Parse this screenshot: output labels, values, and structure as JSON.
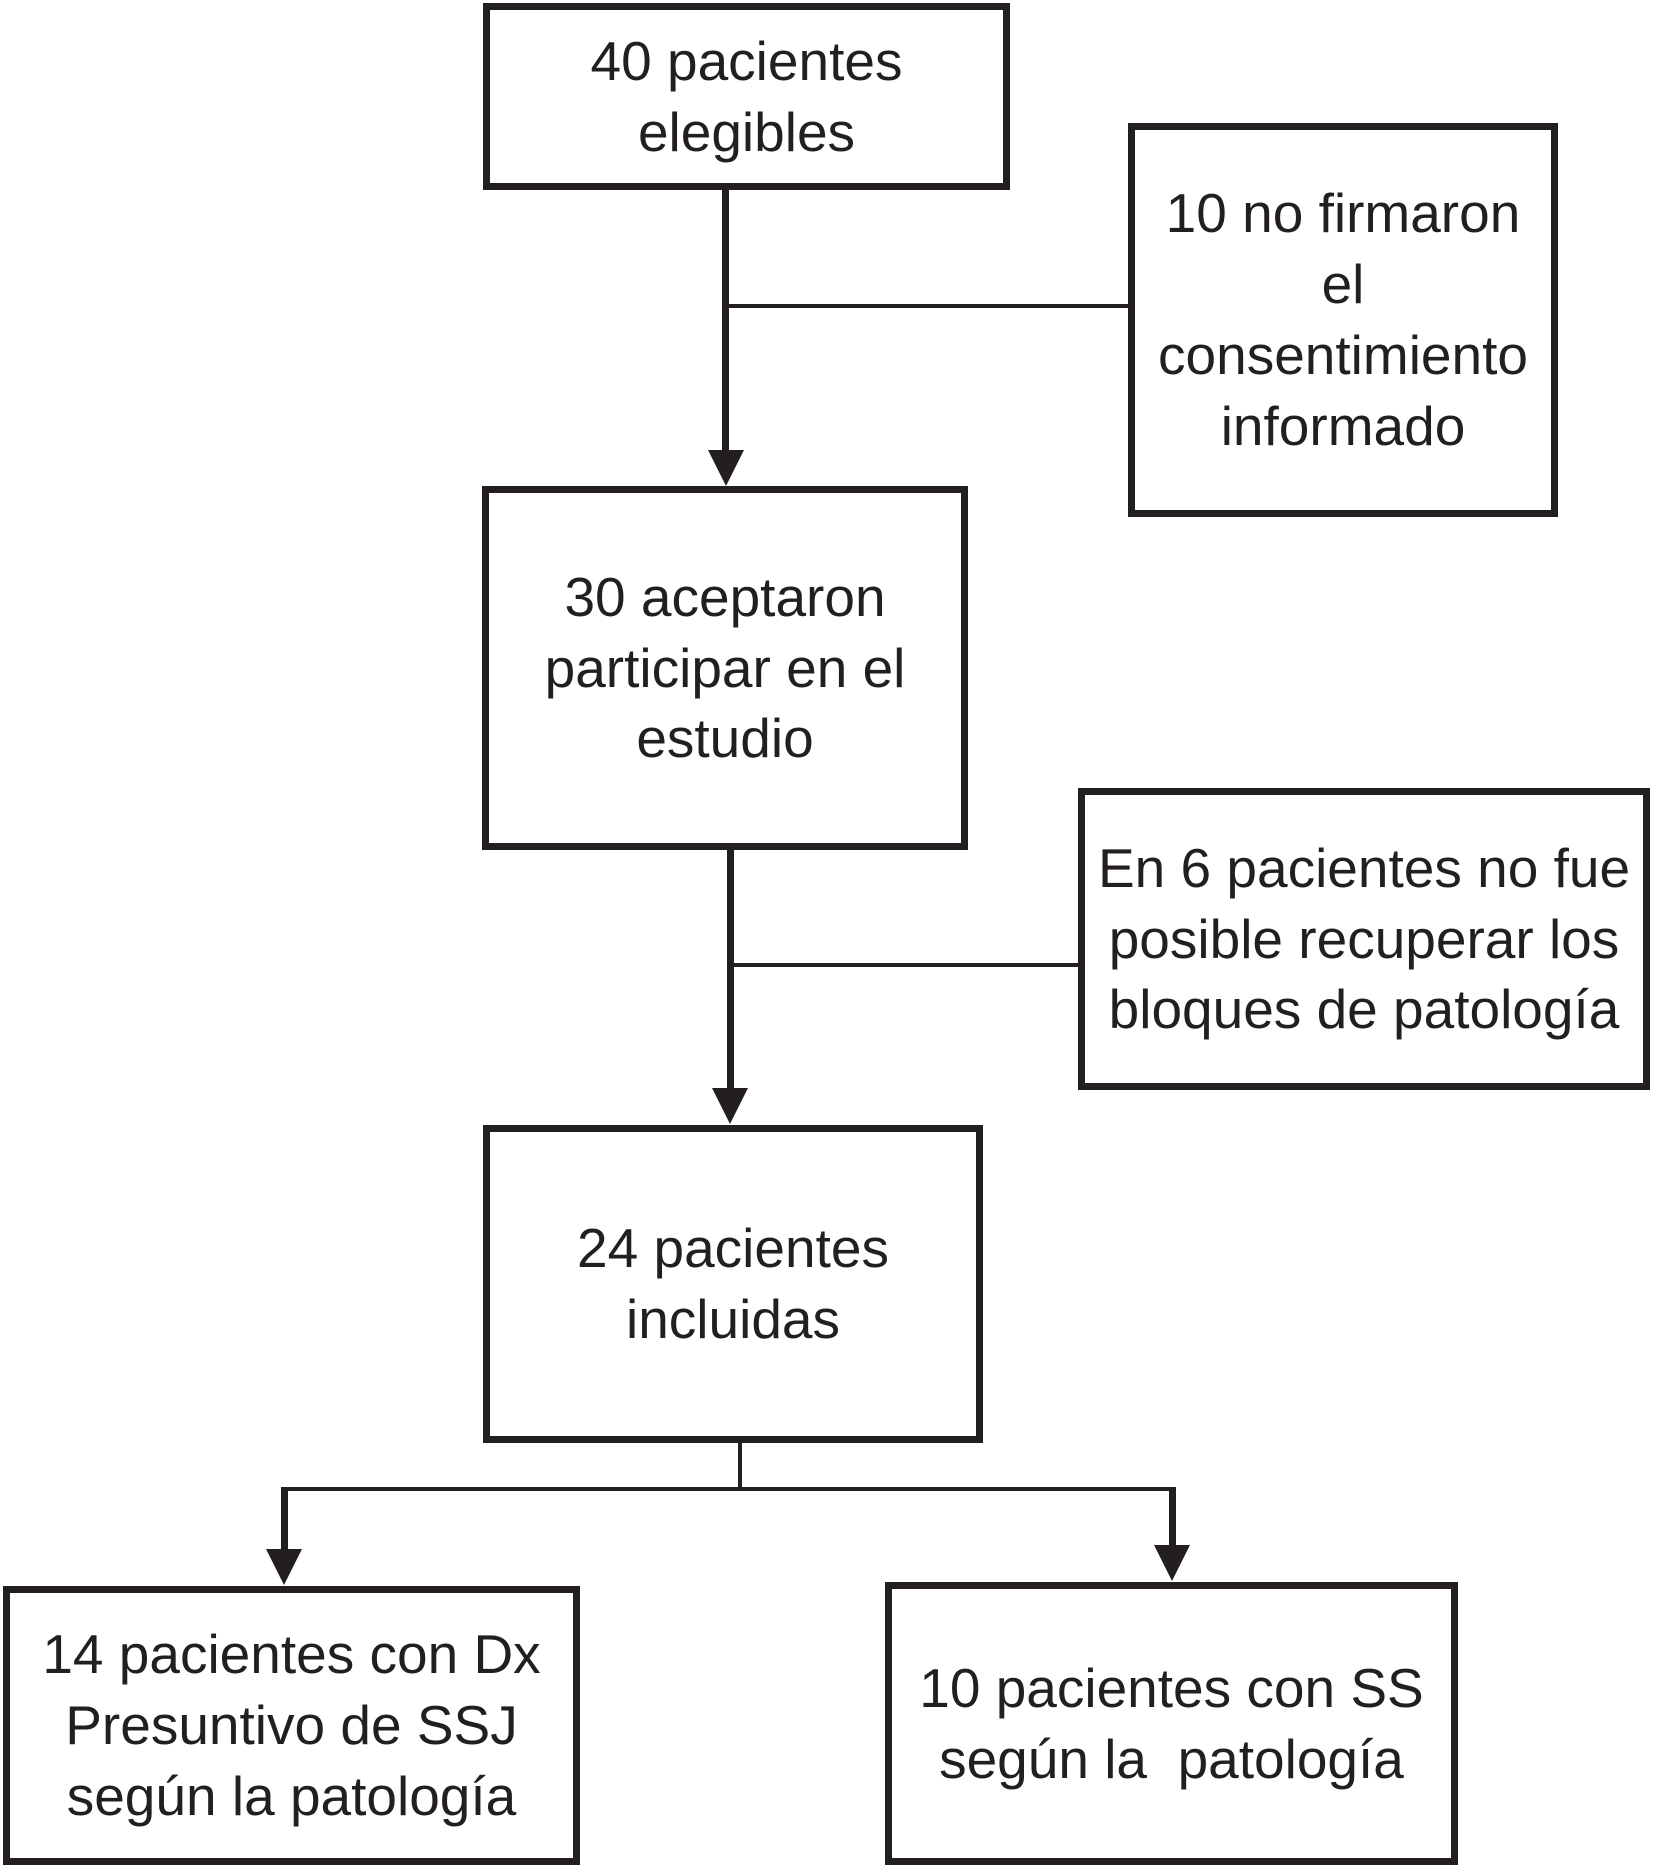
{
  "diagram": {
    "type": "flowchart",
    "language": "es",
    "colors": {
      "line": "#231f20",
      "background": "#ffffff"
    },
    "nodes": [
      {
        "id": "eligibles",
        "label": "40 pacientes\nelegibles"
      },
      {
        "id": "no_firmaron",
        "label": "10 no firmaron\nel\nconsentimiento\ninformado"
      },
      {
        "id": "aceptaron",
        "label": "30 aceptaron\nparticipar en el\nestudio"
      },
      {
        "id": "sin_bloques",
        "label": "En 6 pacientes no fue\nposible recuperar los\nbloques de patología"
      },
      {
        "id": "incluidas",
        "label": "24 pacientes\nincluidas"
      },
      {
        "id": "ssj",
        "label": "14 pacientes con Dx\nPresuntivo de SSJ\nsegún la patología"
      },
      {
        "id": "ss",
        "label": "10 pacientes con SS\nsegún la  patología"
      }
    ],
    "edges": [
      {
        "from": "eligibles",
        "to": "aceptaron",
        "style": "arrow"
      },
      {
        "from": "eligibles",
        "to": "no_firmaron",
        "style": "plain-branch"
      },
      {
        "from": "aceptaron",
        "to": "incluidas",
        "style": "arrow"
      },
      {
        "from": "aceptaron",
        "to": "sin_bloques",
        "style": "plain-branch"
      },
      {
        "from": "incluidas",
        "to": "ssj",
        "style": "arrow"
      },
      {
        "from": "incluidas",
        "to": "ss",
        "style": "arrow"
      }
    ]
  }
}
